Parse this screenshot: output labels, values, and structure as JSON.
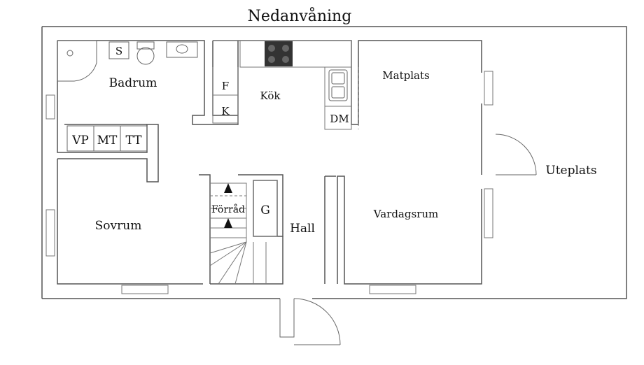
{
  "title": "Nedanvåning",
  "rooms": {
    "badrum": "Badrum",
    "kok": "Kök",
    "matplats": "Matplats",
    "uteplats": "Uteplats",
    "sovrum": "Sovrum",
    "hall": "Hall",
    "vardagsrum": "Vardagsrum",
    "forrad": "Förråd"
  },
  "fixtures": {
    "s": "S",
    "f": "F",
    "k": "K",
    "dm": "DM",
    "vp": "VP",
    "mt": "MT",
    "tt": "TT",
    "g": "G"
  },
  "colors": {
    "wall": "#555555",
    "line": "#777777",
    "stove": "#333333"
  }
}
